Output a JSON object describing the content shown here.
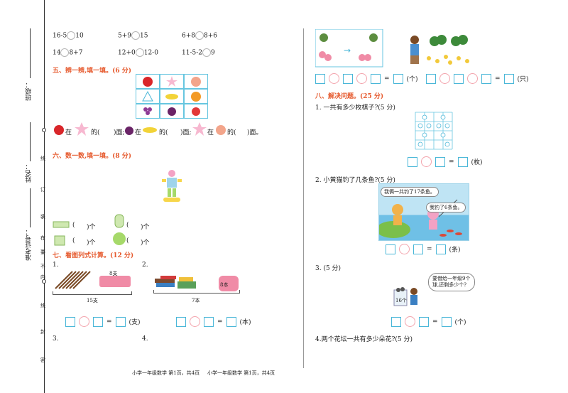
{
  "margin": {
    "class_label": "班级：",
    "name_label": "姓名：",
    "exam_no_label": "准考证号：",
    "seal_chars": [
      "线",
      "订",
      "装",
      "在",
      "要",
      "不",
      "内",
      "线",
      "封",
      "密"
    ]
  },
  "compare": {
    "rows": [
      [
        "16-5",
        "10",
        "5+9",
        "15",
        "6+8",
        "8+6"
      ],
      [
        "14",
        "8+7",
        "12+0",
        "12-0",
        "11-5-2",
        "9"
      ]
    ]
  },
  "sec5": {
    "title": "五、辨一辨,填一填。(6 分)",
    "q_parts": [
      "在",
      "的(",
      ")面;",
      "在",
      "的(",
      ")面;",
      "在",
      "的(",
      ")面。"
    ]
  },
  "sec6": {
    "title": "六、数一数,填一填。(8 分)",
    "items": [
      {
        "left": "(",
        "right": ")个"
      },
      {
        "left": "(",
        "right": ")个"
      },
      {
        "left": "(",
        "right": ")个"
      },
      {
        "left": "(",
        "right": ")个"
      }
    ]
  },
  "sec7": {
    "title": "七、看图列式计算。(12 分)",
    "q1": "1.",
    "q2": "2.",
    "q3": "3.",
    "q4": "4.",
    "q1_total": "15支",
    "q1_tag": "8支",
    "q2_total": "7本",
    "q2_tag": "8本",
    "q1_unit": "(支)",
    "q2_unit": "(本)",
    "eq": "="
  },
  "sec8": {
    "title": "八、解决问题。(25 分)",
    "top_unit1": "(个)",
    "top_unit2": "(只)",
    "q1": "1. 一共有多少枚棋子?(5 分)",
    "q1_unit": "(枚)",
    "q2": "2. 小黄猫钓了几条鱼?(5 分)",
    "q2_bubble1": "我俩一共钓了17条鱼。",
    "q2_bubble2": "我钓了6条鱼。",
    "q2_unit": "(条)",
    "q3": "3.   (5 分)",
    "q3_bubble": "要借给一年级9个球,还剩多少个?",
    "q3_box": "16个",
    "q3_unit": "(个)",
    "q4": "4.两个花坛一共有多少朵花?(5 分)"
  },
  "footer": {
    "left": "小学一年级数学 第1页，共4页",
    "right": "小学一年级数学 第1页，共4页"
  }
}
